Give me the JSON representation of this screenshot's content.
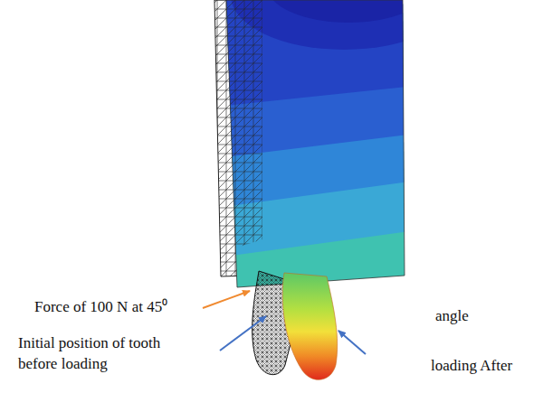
{
  "diagram": {
    "labels": [
      "Force of 100 N at 45⁰",
      "angle",
      "Initial position of tooth before loading",
      "loading After"
    ]
  }
}
